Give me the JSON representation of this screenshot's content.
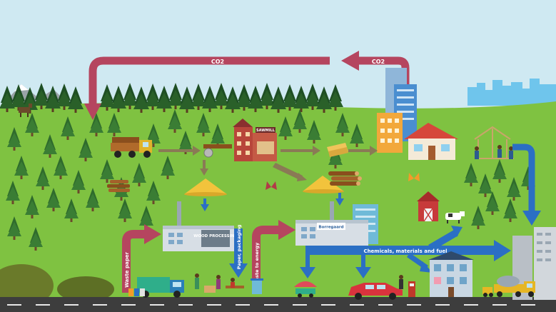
{
  "labels": {
    "co2_left": "CO2",
    "co2_right": "CO2",
    "sawmill": "SAWMILL",
    "wood_processing": "WOOD PROCESSING",
    "borregaard": "Borregaard",
    "waste_paper": "Waste paper",
    "paper_packaging": "Paper, packaging",
    "waste_to_energy": "Waste to energy",
    "chemicals": "Chemicals, materials and fuel"
  },
  "colors": {
    "sky": "#cfe9f2",
    "grass": "#7fc241",
    "road": "#3d3d3d",
    "co2_arrow": "#b5455f",
    "flow_arrow": "#2b6fc4",
    "process_arrow": "#8a7a55"
  }
}
